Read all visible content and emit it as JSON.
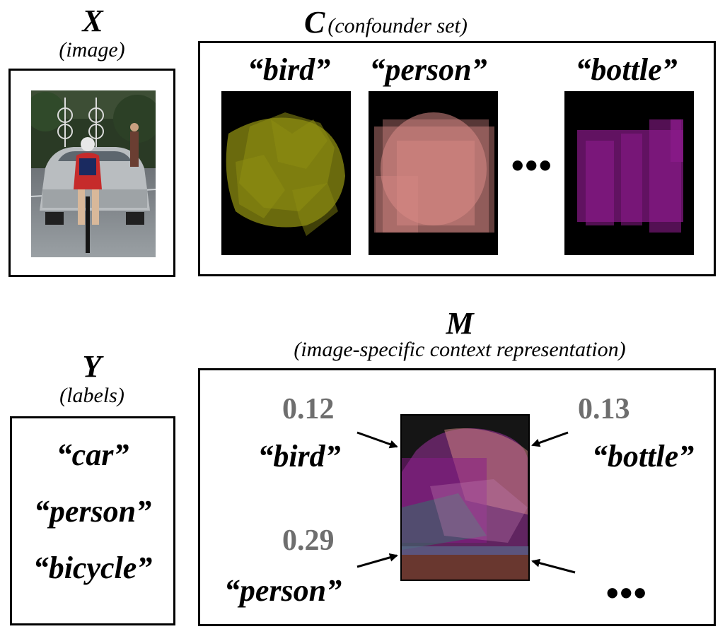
{
  "x_block": {
    "letter": "X",
    "caption": "(image)"
  },
  "c_block": {
    "letter": "C",
    "caption": "(confounder set)",
    "confounders": [
      {
        "label": "“bird”",
        "color": "#8e8e12"
      },
      {
        "label": "“person”",
        "color": "#d98a86"
      },
      {
        "label": "“bottle”",
        "color": "#8a1a8a"
      }
    ],
    "ellipsis": "•••"
  },
  "y_block": {
    "letter": "Y",
    "caption": "(labels)",
    "labels": [
      "“car”",
      "“person”",
      "“bicycle”"
    ]
  },
  "m_block": {
    "letter": "M",
    "caption": "(image-specific context representation)",
    "weights": [
      {
        "value": "0.12",
        "label": "“bird”"
      },
      {
        "value": "0.13",
        "label": "“bottle”"
      },
      {
        "value": "0.29",
        "label": "“person”"
      }
    ],
    "ellipsis": "•••"
  }
}
